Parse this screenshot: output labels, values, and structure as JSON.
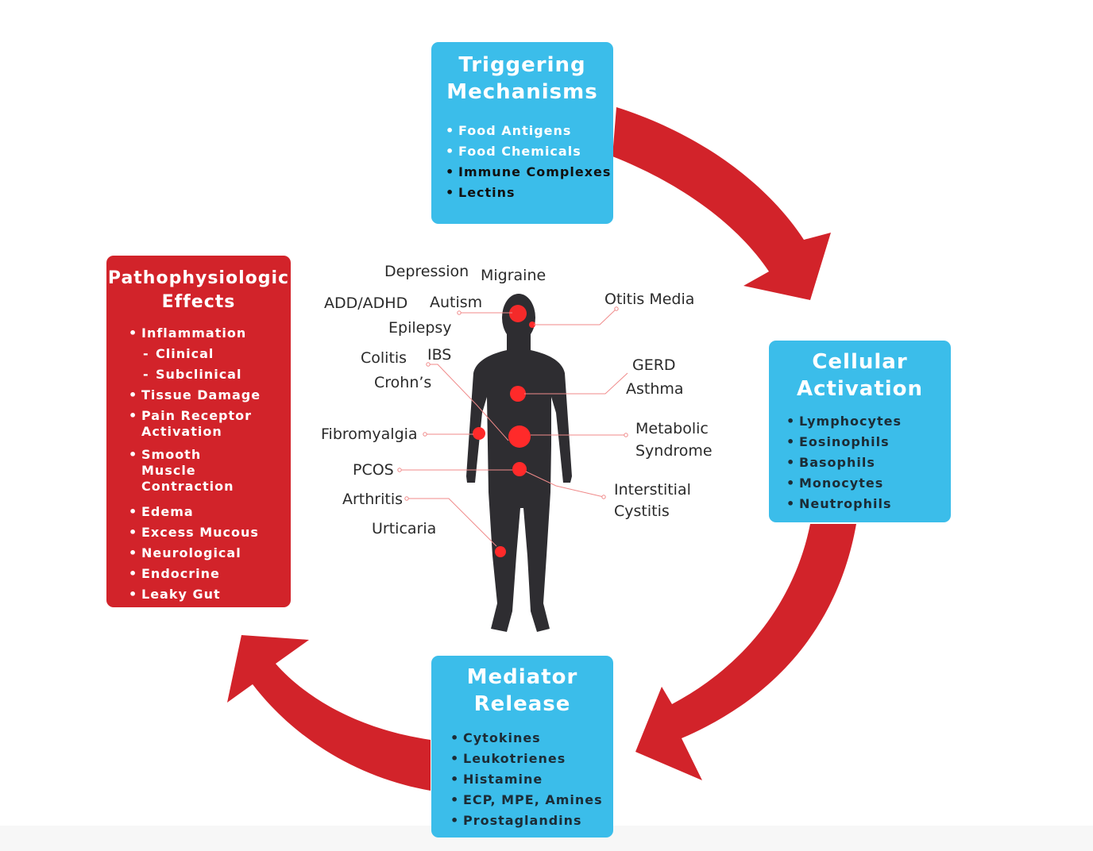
{
  "cycle": {
    "triggering": {
      "title": [
        "Triggering",
        "Mechanisms"
      ],
      "items": [
        "Food Antigens",
        "Food Chemicals",
        "Immune Complexes",
        "Lectins"
      ]
    },
    "cellular": {
      "title": [
        "Cellular",
        "Activation"
      ],
      "items": [
        "Lymphocytes",
        "Eosinophils",
        "Basophils",
        "Monocytes",
        "Neutrophils"
      ]
    },
    "mediator": {
      "title": [
        "Mediator",
        "Release"
      ],
      "items": [
        "Cytokines",
        "Leukotrienes",
        "Histamine",
        "ECP, MPE, Amines",
        "Prostaglandins"
      ]
    },
    "patho": {
      "title": [
        "Pathophysiologic",
        "Effects"
      ],
      "items": [
        "Inflammation",
        "Clinical",
        "Subclinical",
        "Tissue Damage",
        "Pain Receptor Activation",
        "Smooth Muscle Contraction",
        "Edema",
        "Excess Mucous",
        "Neurological",
        "Endocrine",
        "Leaky Gut"
      ]
    }
  },
  "conditions": {
    "depression": "Depression",
    "migraine": "Migraine",
    "add_adhd": "ADD/ADHD",
    "autism": "Autism",
    "otitis_media": "Otitis Media",
    "epilepsy": "Epilepsy",
    "colitis": "Colitis",
    "ibs": "IBS",
    "crohns": "Crohn’s",
    "gerd": "GERD",
    "asthma": "Asthma",
    "fibromyalgia": "Fibromyalgia",
    "metabolic": [
      "Metabolic",
      "Syndrome"
    ],
    "pcos": "PCOS",
    "interstitial": [
      "Interstitial",
      "Cystitis"
    ],
    "arthritis": "Arthritis",
    "urticaria": "Urticaria"
  },
  "colors": {
    "blue": "#3bbdea",
    "red": "#d2232a",
    "body": "#2e2d31",
    "hotspot": "#ff2a2a"
  }
}
